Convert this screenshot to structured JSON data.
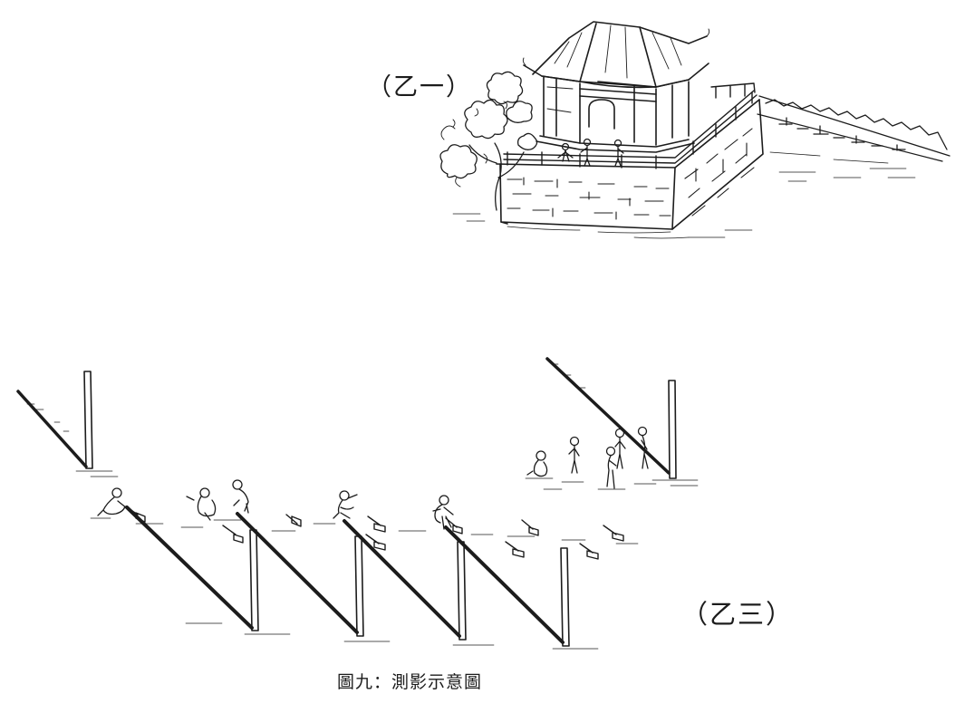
{
  "labels": {
    "top": "（乙一）",
    "bottom": "（乙三）"
  },
  "caption": "圖九：測影示意圖",
  "colors": {
    "ink": "#1c1c1c",
    "background": "#ffffff"
  }
}
